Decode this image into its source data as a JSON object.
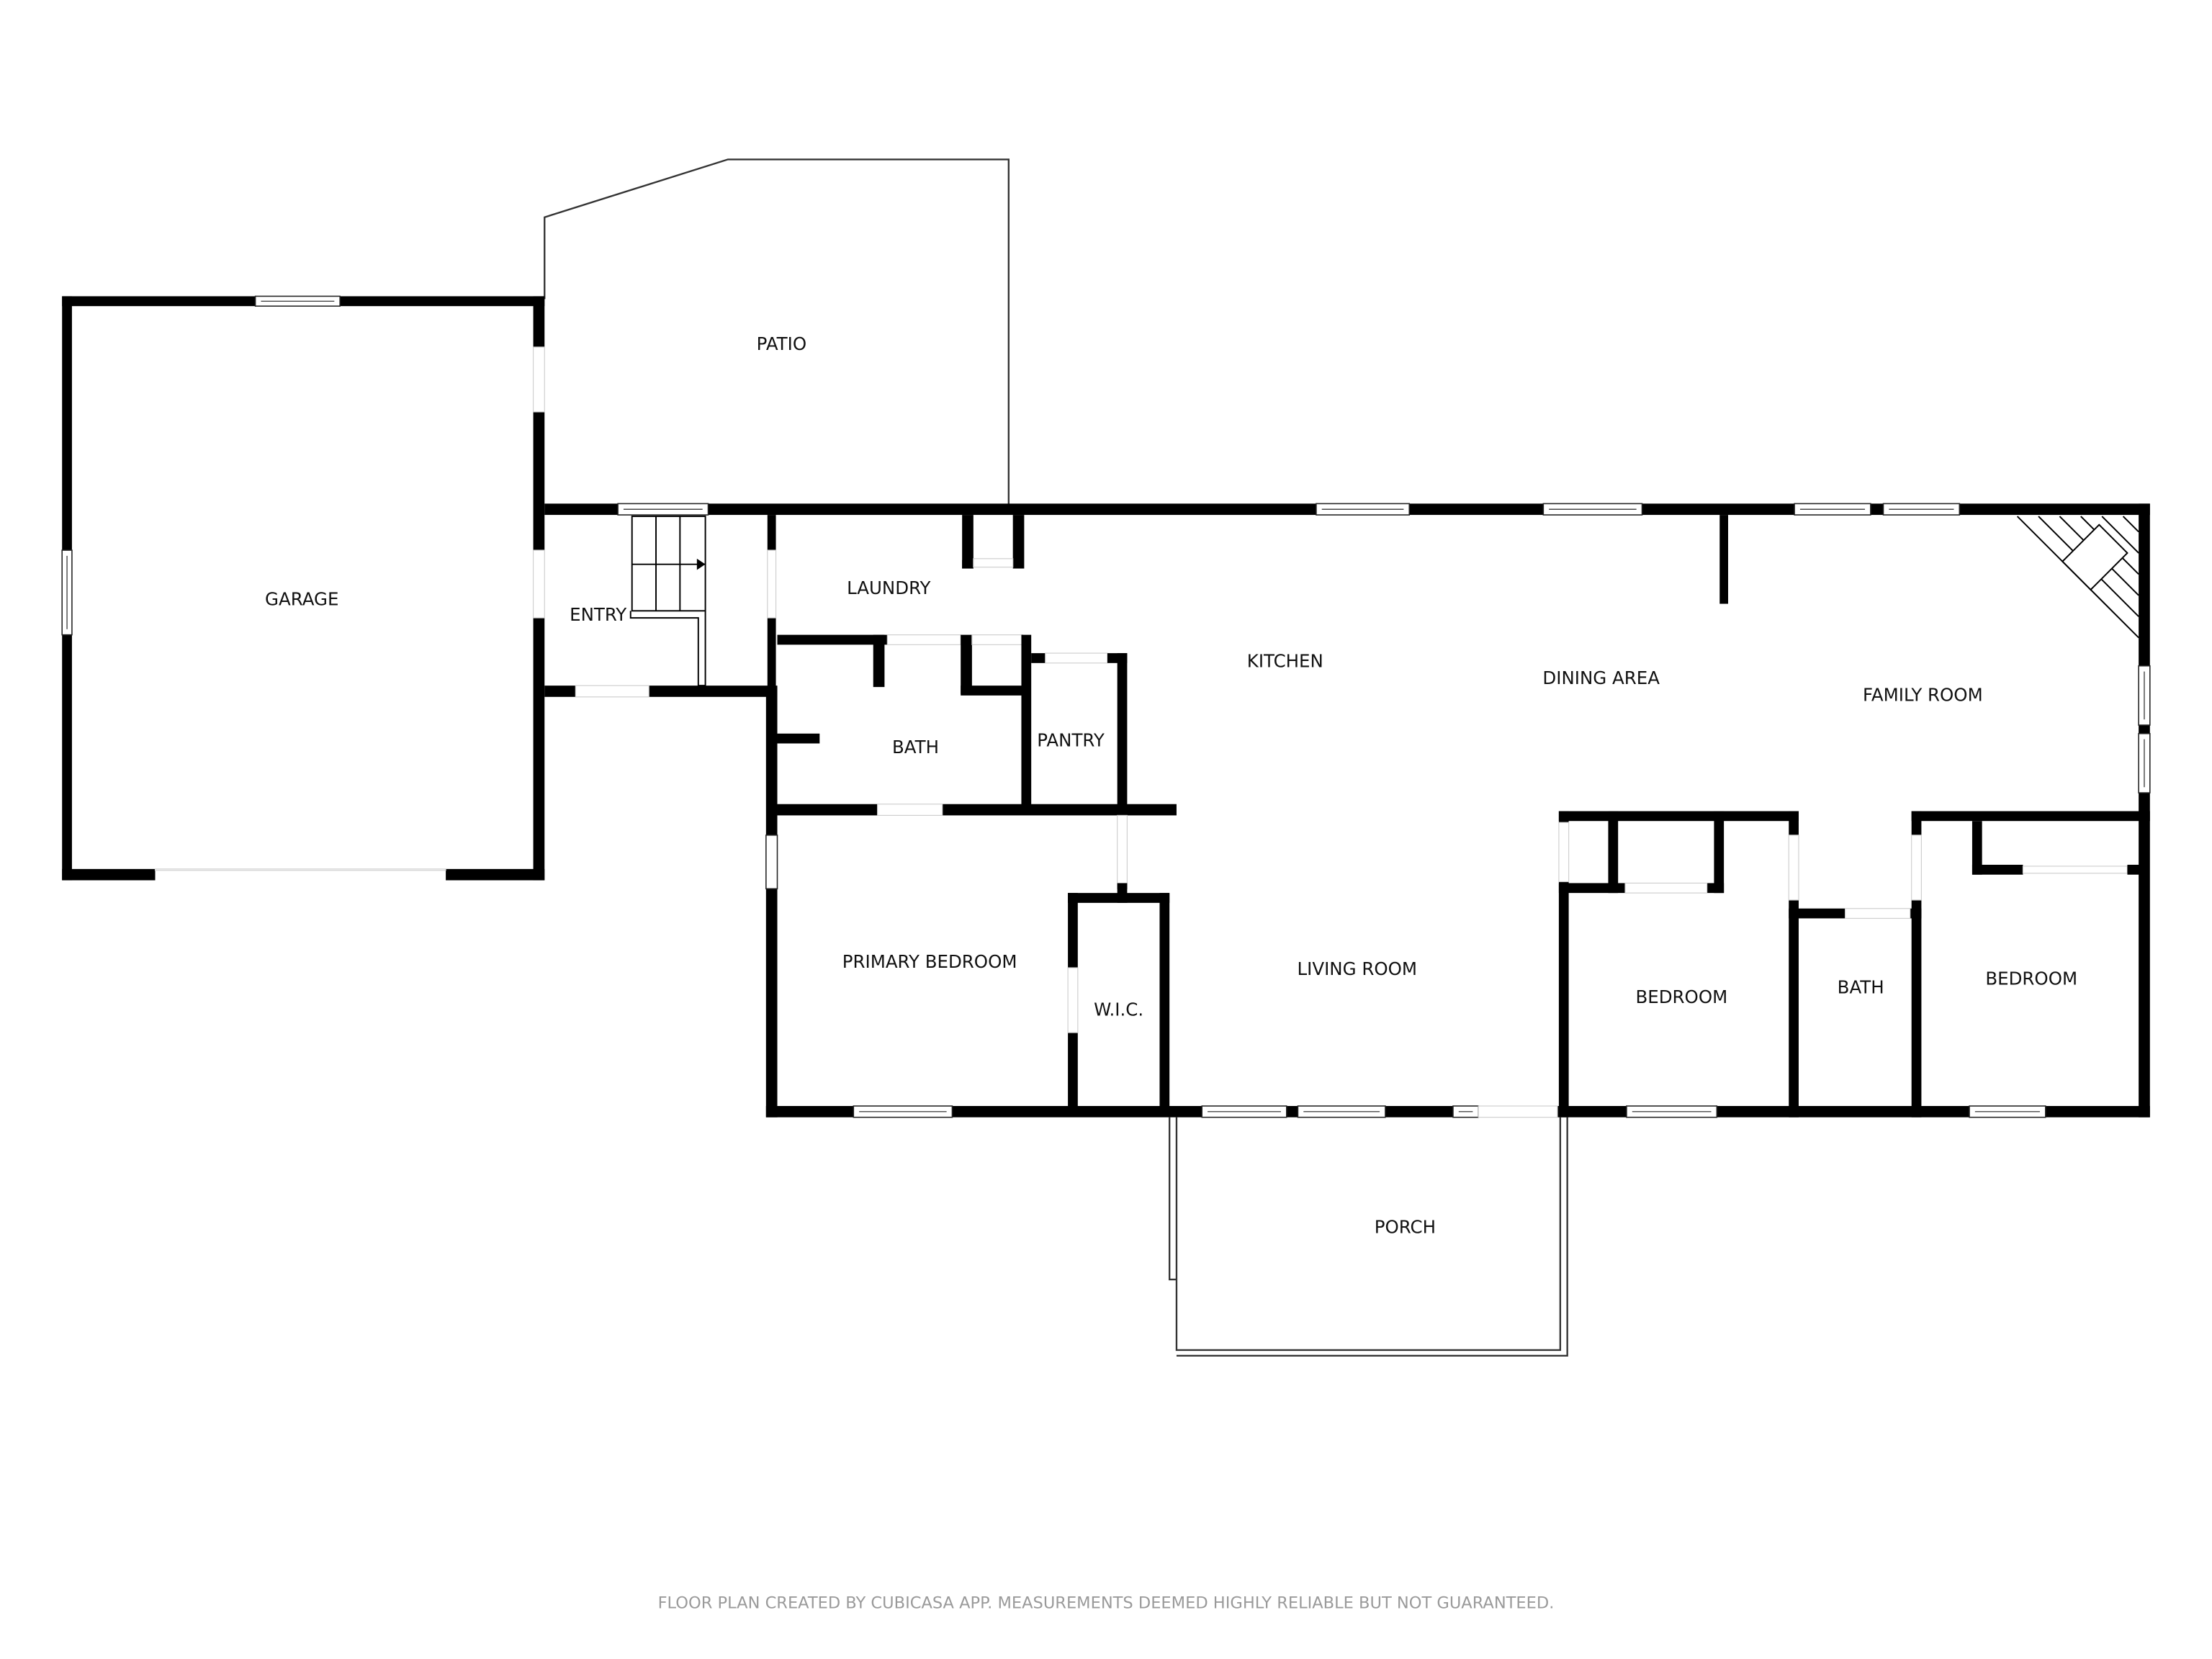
{
  "plan": {
    "rooms": {
      "patio": "PATIO",
      "garage": "GARAGE",
      "entry": "ENTRY",
      "laundry": "LAUNDRY",
      "kitchen": "KITCHEN",
      "dining_area": "DINING AREA",
      "family_room": "FAMILY ROOM",
      "bath_1": "BATH",
      "pantry": "PANTRY",
      "primary_bedroom": "PRIMARY BEDROOM",
      "wic": "W.I.C.",
      "living_room": "LIVING ROOM",
      "bedroom_1": "BEDROOM",
      "bath_2": "BATH",
      "bedroom_2": "BEDROOM",
      "porch": "PORCH"
    },
    "footer": "FLOOR PLAN CREATED BY CUBICASA APP. MEASUREMENTS DEEMED HIGHLY RELIABLE BUT NOT GUARANTEED.",
    "colors": {
      "wall": "#000000",
      "background": "#ffffff",
      "footer_text": "#9a9a9a"
    }
  }
}
